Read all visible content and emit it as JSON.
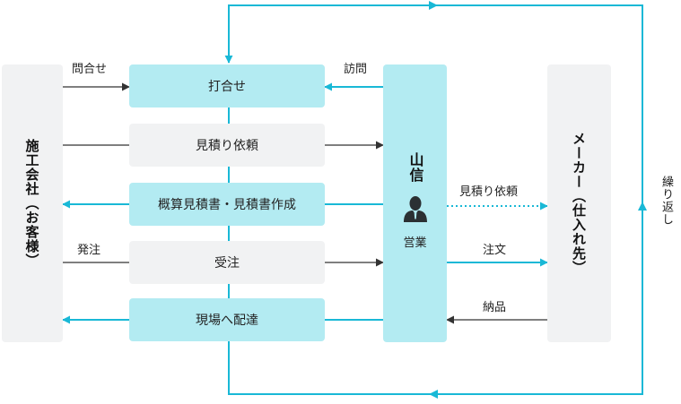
{
  "client": {
    "label": "施工会社（お客様）"
  },
  "maker": {
    "label": "メーカー（仕入れ先）"
  },
  "yamashin": {
    "company": "山信",
    "role": "営業",
    "icon": "person-icon"
  },
  "steps": {
    "meeting": "打合せ",
    "estimate_request": "見積り依頼",
    "estimate_create": "概算見積書・見積書作成",
    "order_received": "受注",
    "delivery": "現場へ配達"
  },
  "flow_labels": {
    "inquiry": "問合せ",
    "visit": "訪問",
    "order_from_client": "発注",
    "estimate_request_to_maker": "見積り依頼",
    "purchase_order": "注文",
    "goods_delivered": "納品",
    "repeat": "繰り返し"
  },
  "colors": {
    "cyan": "#19b8d6",
    "cyan_fill": "#b3ebf2",
    "gray_fill": "#f1f2f3",
    "dark_arrow": "#333333"
  }
}
